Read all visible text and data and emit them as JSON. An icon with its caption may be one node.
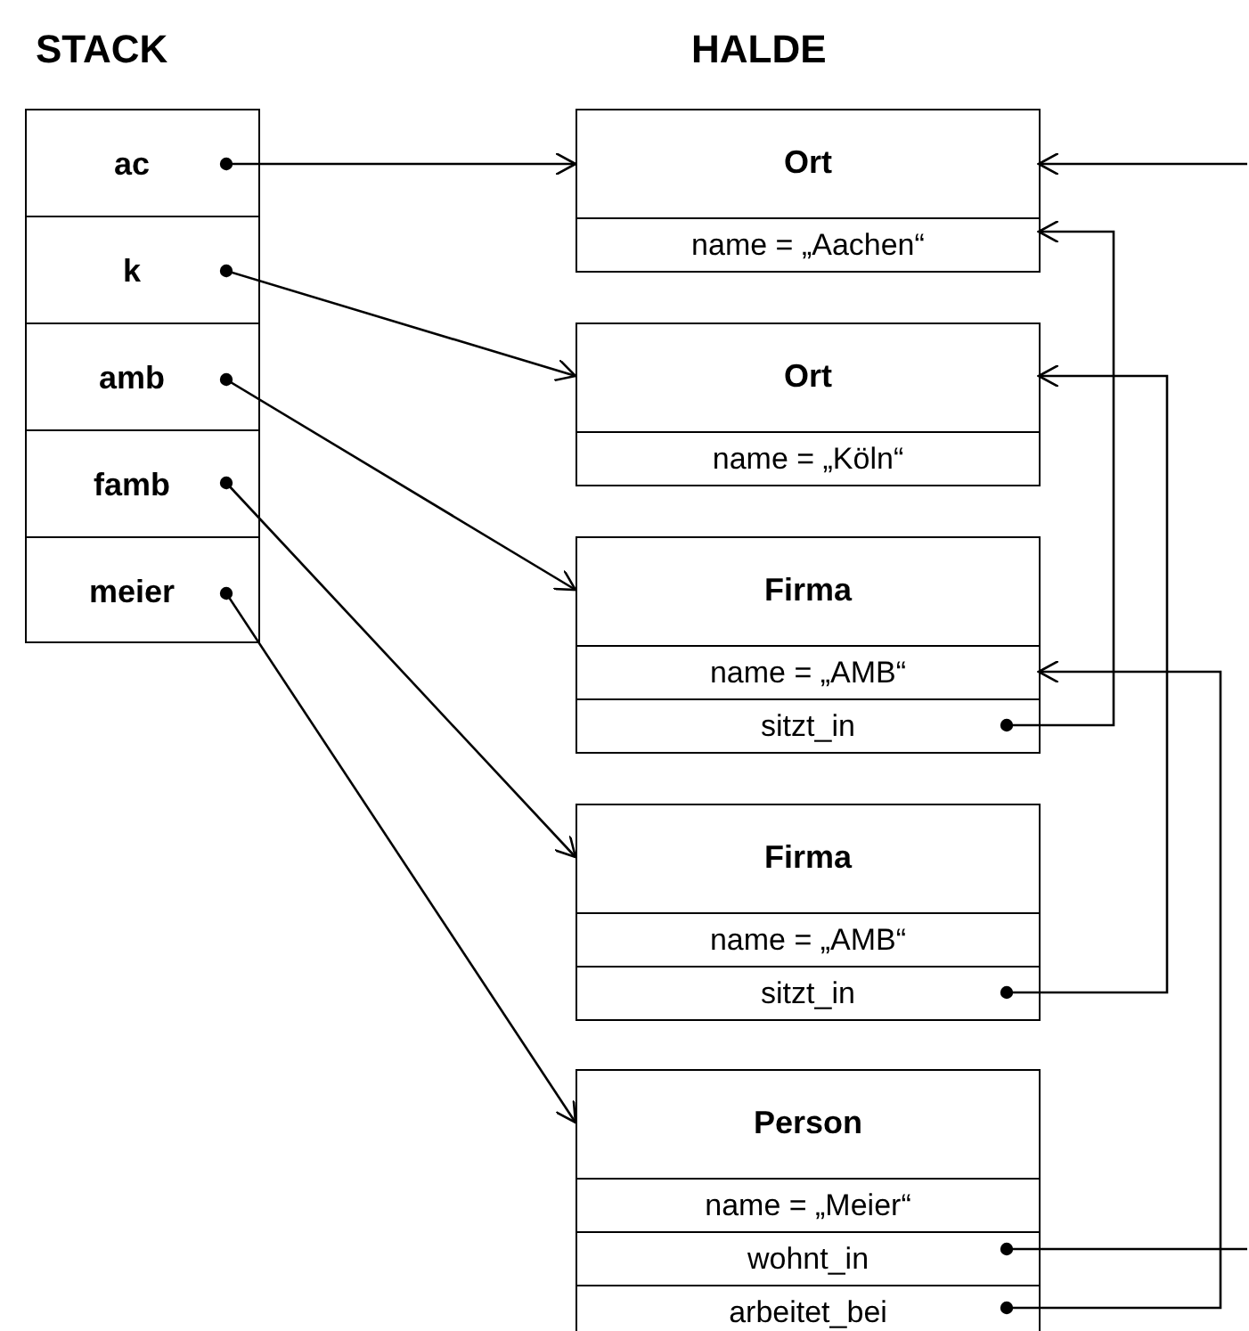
{
  "diagram": {
    "nodes": [
      {
        "text": [
          "STACK"
        ]
      },
      {
        "text": [
          "ac"
        ],
        "in": 0
      },
      {
        "text": [
          "k"
        ],
        "in": 0
      },
      {
        "text": [
          "amb"
        ],
        "in": 0
      },
      {
        "text": [
          "famb"
        ],
        "in": 0
      },
      {
        "text": [
          "meier"
        ],
        "in": 0
      },
      {
        "text": [
          "Ort"
        ]
      },
      {
        "text": [
          "name = „Aachen“"
        ],
        "in": 6
      },
      {
        "text": [
          "Ort"
        ]
      },
      {
        "text": [
          "name = „Köln“"
        ],
        "in": 8
      },
      {
        "text": [
          "Firma"
        ]
      },
      {
        "text": [
          "name = „AMB“"
        ],
        "in": 10
      },
      {
        "text": [
          "sitzt_in"
        ],
        "in": 10
      },
      {
        "text": [
          "Firma"
        ]
      },
      {
        "text": [
          "name = „AMB“"
        ],
        "in": 13
      },
      {
        "text": [
          "sitzt_in"
        ],
        "in": 13
      },
      {
        "text": [
          "Person"
        ]
      },
      {
        "text": [
          "name = „Meier“"
        ],
        "in": 16
      },
      {
        "text": [
          "wohnt_in"
        ],
        "in": 16
      },
      {
        "text": [
          "arbeitet_bei"
        ],
        "in": 16
      }
    ],
    "edges": [
      {
        "from": 1,
        "to": 6,
        "arrow": "to"
      },
      {
        "from": 2,
        "to": 8,
        "arrow": "to"
      },
      {
        "from": 3,
        "to": 10,
        "arrow": "to"
      },
      {
        "from": 4,
        "to": 13,
        "arrow": "to"
      },
      {
        "from": 5,
        "to": 16,
        "arrow": "to"
      },
      {
        "from": null,
        "to": 6,
        "arrow": "to"
      },
      {
        "from": 12,
        "to": 6,
        "arrow": "to"
      },
      {
        "from": 15,
        "to": 8,
        "arrow": "to"
      },
      {
        "from": 19,
        "to": 10,
        "arrow": "to"
      },
      {
        "from": 18,
        "to": null,
        "arrow": "other"
      }
    ],
    "labels": [
      "HALDE"
    ]
  }
}
